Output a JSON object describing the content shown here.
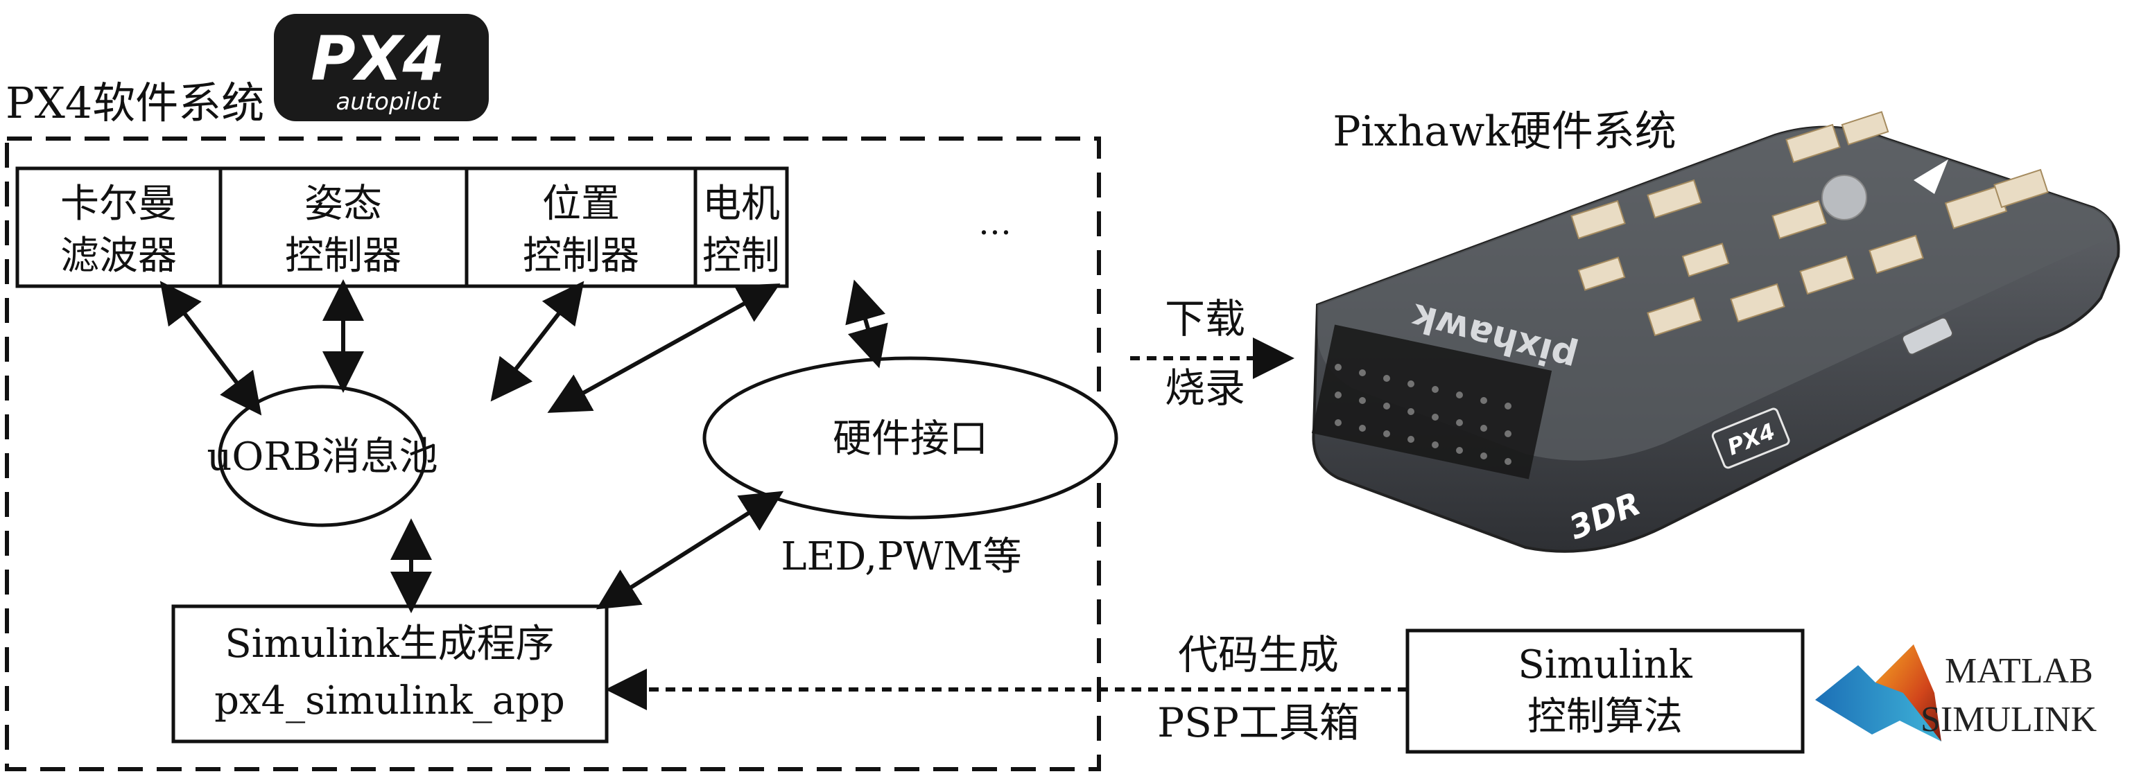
{
  "px4_system": {
    "title": "PX4软件系统",
    "logo_text": "PX4",
    "logo_subtext": "autopilot"
  },
  "modules": [
    {
      "line1": "卡尔曼",
      "line2": "滤波器"
    },
    {
      "line1": "姿态",
      "line2": "控制器"
    },
    {
      "line1": "位置",
      "line2": "控制器"
    },
    {
      "line1": "电机",
      "line2": "控制"
    }
  ],
  "modules_more": "…",
  "uorb_pool": "uORB消息池",
  "hardware_interface": "硬件接口",
  "hardware_interface_note": "LED,PWM等",
  "simulink_program": {
    "line1": "Simulink生成程序",
    "line2": "px4_simulink_app"
  },
  "download": {
    "line1": "下载",
    "line2": "烧录"
  },
  "pixhawk": {
    "title": "Pixhawk硬件系统",
    "board_text": "pixhawk",
    "board_badge": "PX4",
    "board_brand": "3DR"
  },
  "codegen": {
    "line1": "代码生成",
    "line2": "PSP工具箱"
  },
  "simulink_algorithm": {
    "line1": "Simulink",
    "line2": "控制算法"
  },
  "matlab_logo": {
    "line1": "MATLAB",
    "line2": "SIMULINK"
  }
}
